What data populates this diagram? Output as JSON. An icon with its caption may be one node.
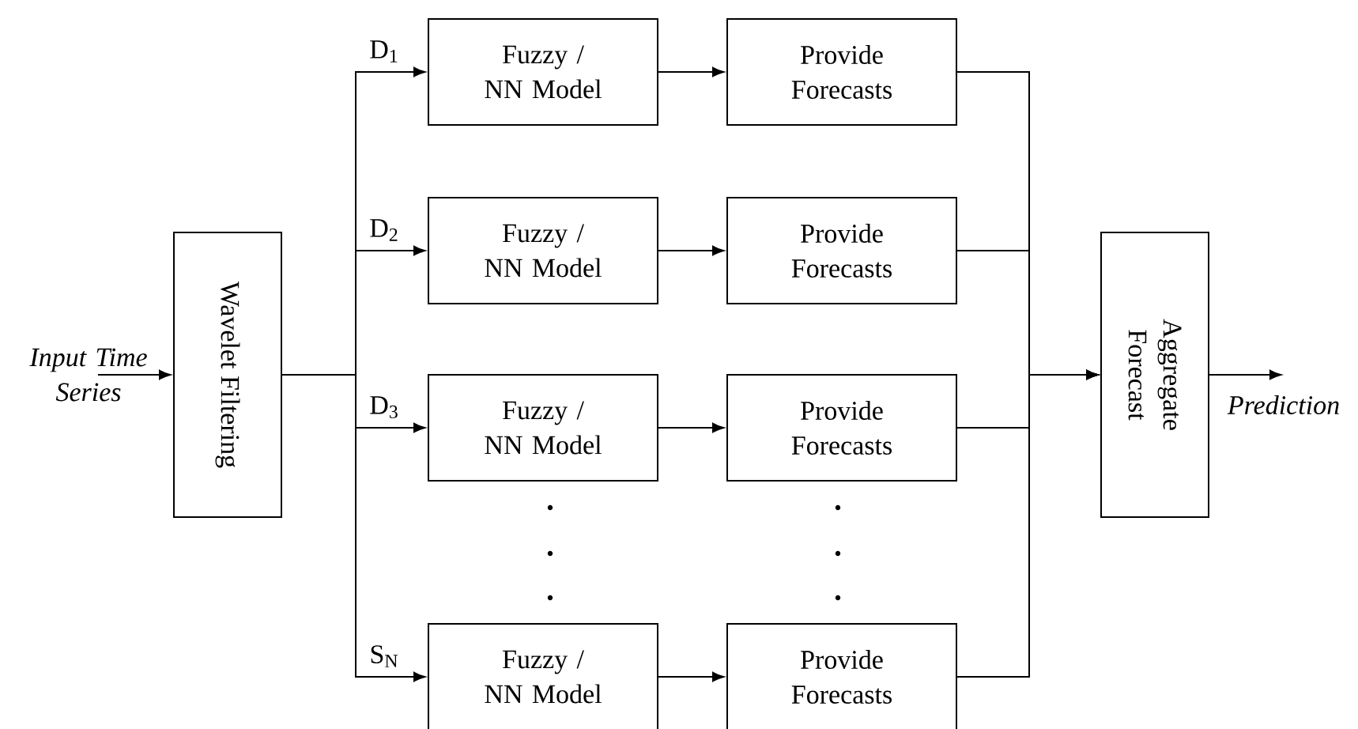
{
  "diagram": {
    "nodes": [
      {
        "text": [
          "Input Time Series"
        ]
      },
      {
        "text": [
          "Wavelet Filtering"
        ]
      },
      {
        "text": [
          "Fuzzy / NN Model"
        ]
      },
      {
        "text": [
          "Fuzzy / NN Model"
        ]
      },
      {
        "text": [
          "Fuzzy / NN Model"
        ]
      },
      {
        "text": [
          "Fuzzy / NN Model"
        ]
      },
      {
        "text": [
          "Provide Forecasts"
        ]
      },
      {
        "text": [
          "Provide Forecasts"
        ]
      },
      {
        "text": [
          "Provide Forecasts"
        ]
      },
      {
        "text": [
          "Provide Forecasts"
        ]
      },
      {
        "text": [
          "Aggregate Forecast"
        ]
      },
      {
        "text": [
          "Prediction"
        ]
      }
    ],
    "edges": [
      {
        "from": 0,
        "to": 1,
        "arrow": "to"
      },
      {
        "from": 1,
        "to": 2,
        "arrow": "to",
        "label": "D$_{1}$"
      },
      {
        "from": 1,
        "to": 3,
        "arrow": "to",
        "label": "D$_{2}$"
      },
      {
        "from": 1,
        "to": 4,
        "arrow": "to",
        "label": "D$_{3}$"
      },
      {
        "from": 1,
        "to": 5,
        "arrow": "to",
        "label": "S$_{N}$"
      },
      {
        "from": 2,
        "to": 6,
        "arrow": "to"
      },
      {
        "from": 3,
        "to": 7,
        "arrow": "to"
      },
      {
        "from": 4,
        "to": 8,
        "arrow": "to"
      },
      {
        "from": 5,
        "to": 9,
        "arrow": "to"
      },
      {
        "from": 6,
        "to": 10,
        "arrow": "to"
      },
      {
        "from": 7,
        "to": 10,
        "arrow": "to"
      },
      {
        "from": 8,
        "to": 10,
        "arrow": "to"
      },
      {
        "from": 9,
        "to": 10,
        "arrow": "to"
      },
      {
        "from": 10,
        "to": 11,
        "arrow": "to"
      }
    ]
  }
}
